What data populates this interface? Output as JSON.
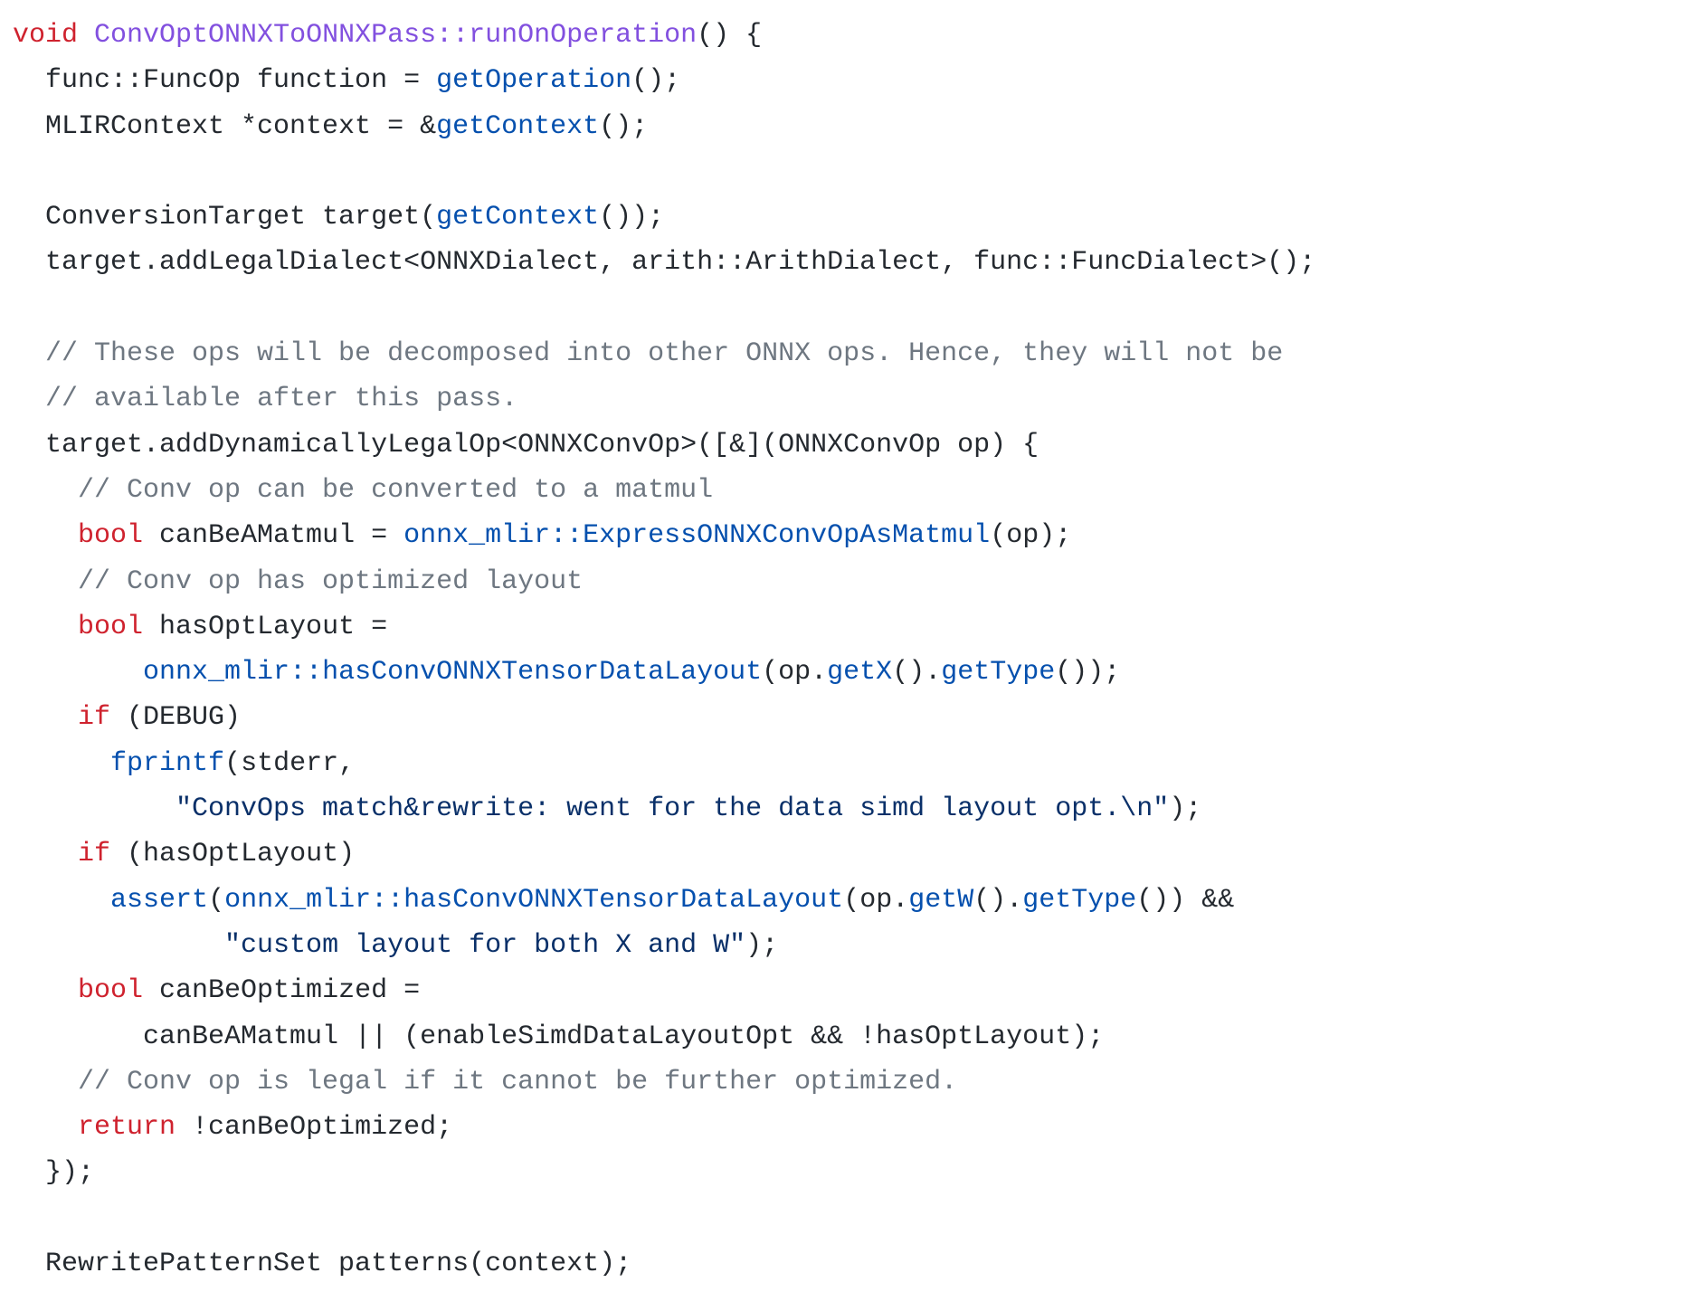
{
  "colors": {
    "keyword": "#cf222e",
    "function_def": "#8250df",
    "function_call": "#0550ae",
    "string": "#0a3069",
    "comment": "#6e7781",
    "plain": "#24292f",
    "background": "#ffffff"
  },
  "code": {
    "lines": [
      [
        {
          "t": "kw",
          "v": "void"
        },
        {
          "t": "pl",
          "v": " "
        },
        {
          "t": "fn",
          "v": "ConvOptONNXToONNXPass::runOnOperation"
        },
        {
          "t": "pl",
          "v": "() {"
        }
      ],
      [
        {
          "t": "pl",
          "v": "  func::FuncOp function = "
        },
        {
          "t": "call",
          "v": "getOperation"
        },
        {
          "t": "pl",
          "v": "();"
        }
      ],
      [
        {
          "t": "pl",
          "v": "  MLIRContext *context = &"
        },
        {
          "t": "call",
          "v": "getContext"
        },
        {
          "t": "pl",
          "v": "();"
        }
      ],
      [],
      [
        {
          "t": "pl",
          "v": "  ConversionTarget target("
        },
        {
          "t": "call",
          "v": "getContext"
        },
        {
          "t": "pl",
          "v": "());"
        }
      ],
      [
        {
          "t": "pl",
          "v": "  target.addLegalDialect<ONNXDialect, arith::ArithDialect, func::FuncDialect>();"
        }
      ],
      [],
      [
        {
          "t": "cm",
          "v": "  // These ops will be decomposed into other ONNX ops. Hence, they will not be"
        }
      ],
      [
        {
          "t": "cm",
          "v": "  // available after this pass."
        }
      ],
      [
        {
          "t": "pl",
          "v": "  target.addDynamicallyLegalOp<ONNXConvOp>([&](ONNXConvOp op) {"
        }
      ],
      [
        {
          "t": "cm",
          "v": "    // Conv op can be converted to a matmul"
        }
      ],
      [
        {
          "t": "pl",
          "v": "    "
        },
        {
          "t": "kw",
          "v": "bool"
        },
        {
          "t": "pl",
          "v": " canBeAMatmul = "
        },
        {
          "t": "call",
          "v": "onnx_mlir::ExpressONNXConvOpAsMatmul"
        },
        {
          "t": "pl",
          "v": "(op);"
        }
      ],
      [
        {
          "t": "cm",
          "v": "    // Conv op has optimized layout"
        }
      ],
      [
        {
          "t": "pl",
          "v": "    "
        },
        {
          "t": "kw",
          "v": "bool"
        },
        {
          "t": "pl",
          "v": " hasOptLayout ="
        }
      ],
      [
        {
          "t": "pl",
          "v": "        "
        },
        {
          "t": "call",
          "v": "onnx_mlir::hasConvONNXTensorDataLayout"
        },
        {
          "t": "pl",
          "v": "(op."
        },
        {
          "t": "call",
          "v": "getX"
        },
        {
          "t": "pl",
          "v": "()."
        },
        {
          "t": "call",
          "v": "getType"
        },
        {
          "t": "pl",
          "v": "());"
        }
      ],
      [
        {
          "t": "pl",
          "v": "    "
        },
        {
          "t": "kw",
          "v": "if"
        },
        {
          "t": "pl",
          "v": " (DEBUG)"
        }
      ],
      [
        {
          "t": "pl",
          "v": "      "
        },
        {
          "t": "call",
          "v": "fprintf"
        },
        {
          "t": "pl",
          "v": "(stderr,"
        }
      ],
      [
        {
          "t": "pl",
          "v": "          "
        },
        {
          "t": "str",
          "v": "\"ConvOps match&rewrite: went for the data simd layout opt.\\n\""
        },
        {
          "t": "pl",
          "v": ");"
        }
      ],
      [
        {
          "t": "pl",
          "v": "    "
        },
        {
          "t": "kw",
          "v": "if"
        },
        {
          "t": "pl",
          "v": " (hasOptLayout)"
        }
      ],
      [
        {
          "t": "pl",
          "v": "      "
        },
        {
          "t": "call",
          "v": "assert"
        },
        {
          "t": "pl",
          "v": "("
        },
        {
          "t": "call",
          "v": "onnx_mlir::hasConvONNXTensorDataLayout"
        },
        {
          "t": "pl",
          "v": "(op."
        },
        {
          "t": "call",
          "v": "getW"
        },
        {
          "t": "pl",
          "v": "()."
        },
        {
          "t": "call",
          "v": "getType"
        },
        {
          "t": "pl",
          "v": "()) &&"
        }
      ],
      [
        {
          "t": "pl",
          "v": "             "
        },
        {
          "t": "str",
          "v": "\"custom layout for both X and W\""
        },
        {
          "t": "pl",
          "v": ");"
        }
      ],
      [
        {
          "t": "pl",
          "v": "    "
        },
        {
          "t": "kw",
          "v": "bool"
        },
        {
          "t": "pl",
          "v": " canBeOptimized ="
        }
      ],
      [
        {
          "t": "pl",
          "v": "        canBeAMatmul || (enableSimdDataLayoutOpt && !hasOptLayout);"
        }
      ],
      [
        {
          "t": "cm",
          "v": "    // Conv op is legal if it cannot be further optimized."
        }
      ],
      [
        {
          "t": "pl",
          "v": "    "
        },
        {
          "t": "kw",
          "v": "return"
        },
        {
          "t": "pl",
          "v": " !canBeOptimized;"
        }
      ],
      [
        {
          "t": "pl",
          "v": "  });"
        }
      ],
      [],
      [
        {
          "t": "pl",
          "v": "  RewritePatternSet patterns(context);"
        }
      ]
    ]
  }
}
